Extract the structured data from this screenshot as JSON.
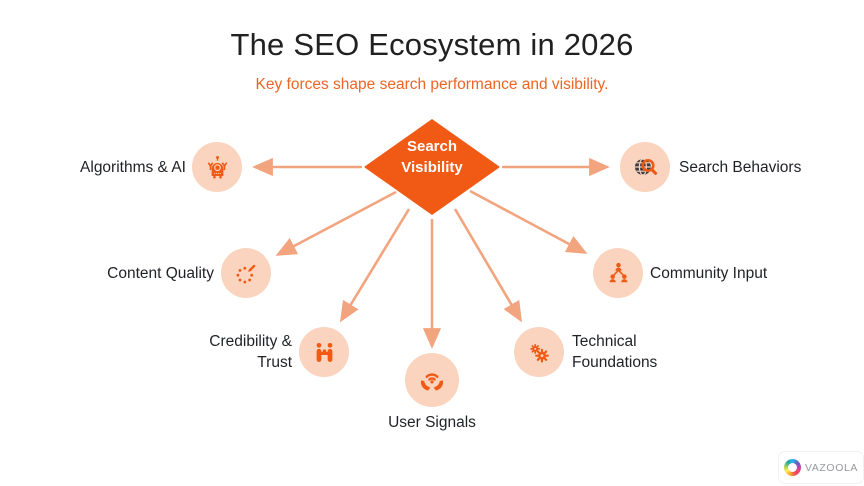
{
  "title": "The SEO Ecosystem in 2026",
  "subtitle": "Key forces shape search performance and visibility.",
  "center": {
    "line1": "Search",
    "line2": "Visibility"
  },
  "nodes": [
    {
      "label": "Algorithms & AI",
      "icon": "robot-icon"
    },
    {
      "label": "Search Behaviors",
      "icon": "globe-search-icon"
    },
    {
      "label": "Content Quality",
      "icon": "dotted-circle-edit-icon"
    },
    {
      "label": "Community Input",
      "icon": "people-network-icon"
    },
    {
      "label": "Credibility & Trust",
      "icon": "handshake-icon"
    },
    {
      "label": "Technical Foundations",
      "icon": "gears-icon"
    },
    {
      "label": "User Signals",
      "icon": "hands-wifi-icon"
    }
  ],
  "logo": {
    "text": "VAZOOLA"
  },
  "colors": {
    "orange_primary": "#F05A14",
    "orange_subtitle": "#ED6427",
    "arrow": "#F2A47E",
    "node_circle_bg": "#FAD4BE",
    "title_text": "#212121",
    "logo_text": "#97999E",
    "globe_dark": "#3C4043"
  }
}
